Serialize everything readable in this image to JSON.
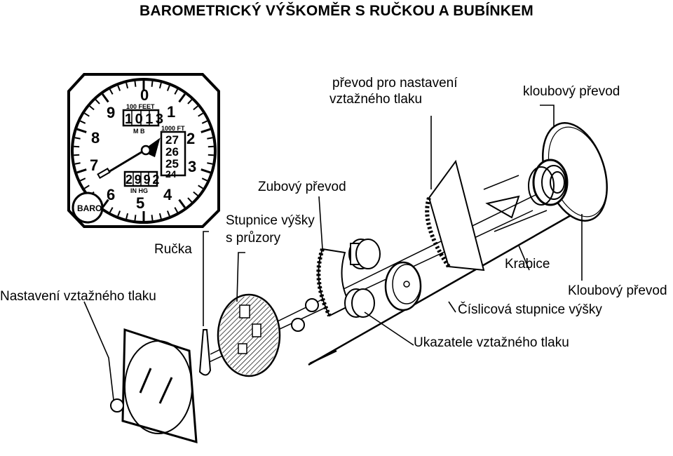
{
  "title": "BAROMETRICKÝ VÝŠKOMĚR S RUČKOU A BUBÍNKEM",
  "labels": {
    "prevod_nastaveni_line1": "převod pro nastavení",
    "prevod_nastaveni_line2": "vztažného tlaku",
    "kloubovy_prevod_top": "kloubový převod",
    "zubovy_prevod": "Zubový převod",
    "stupnice_line1": "Stupnice výšky",
    "stupnice_line2": "s průzory",
    "rucka": "Ručka",
    "nastaveni_vztazneho_tlaku": "Nastavení vztažného tlaku",
    "krabice": "Krabice",
    "kloubovy_prevod_right": "Kloubový převod",
    "ciselnikova_stupnice": "Číslicová stupnice výšky",
    "ukazatele": "Ukazatele vztažného tlaku"
  },
  "dial": {
    "numbers": [
      "0",
      "1",
      "2",
      "3",
      "4",
      "5",
      "6",
      "7",
      "8",
      "9"
    ],
    "feet_caption": "100 FEET",
    "thousand_ft_caption": "1000 FT",
    "drum_top": "1013",
    "mb_caption": "M B",
    "drum_bottom": "2992",
    "inhg_caption": "IN HG",
    "alt_window": [
      "27",
      "26",
      "25",
      "24"
    ],
    "baro_knob": "BARO"
  },
  "colors": {
    "ink": "#000000",
    "paper": "#ffffff"
  }
}
